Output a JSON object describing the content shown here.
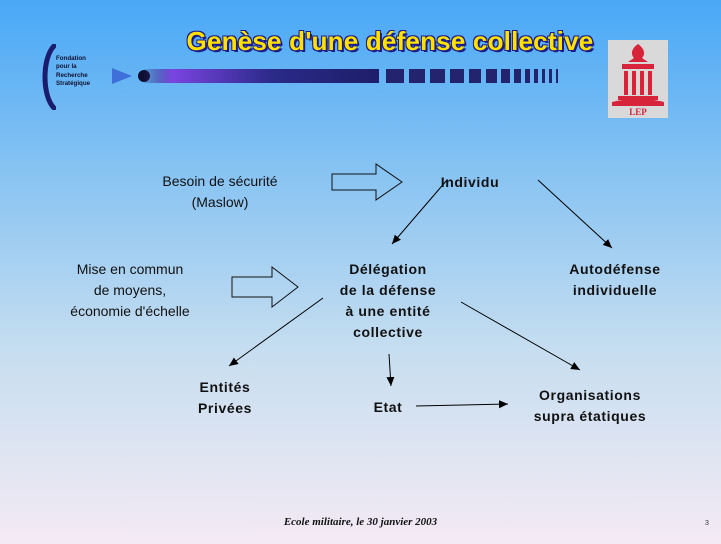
{
  "slide": {
    "title": "Genèse d'une défense collective",
    "footer": "Ecole militaire, le 30 janvier 2003",
    "page_number": "3"
  },
  "logo": {
    "lines": [
      "Fondation",
      "pour la",
      "Recherche",
      "Stratégique"
    ]
  },
  "emblem": {
    "text": "LEP"
  },
  "diagram": {
    "besoin": [
      "Besoin de sécurité",
      "(Maslow)"
    ],
    "mise": [
      "Mise en commun",
      "de moyens,",
      "économie d'échelle"
    ],
    "individu": "Individu",
    "delegation": [
      "Délégation",
      "de la défense",
      "à une entité",
      "collective"
    ],
    "autodefense": [
      "Autodéfense",
      "individuelle"
    ],
    "entites": [
      "Entités",
      "Privées"
    ],
    "etat": "Etat",
    "organisations": [
      "Organisations",
      "supra étatiques"
    ]
  },
  "colors": {
    "title": "#ffe100",
    "title_outline": "#1c1c8a",
    "band_dark": "#222266",
    "band_accent": "#6a3cd8",
    "emblem": "#d8243a"
  }
}
